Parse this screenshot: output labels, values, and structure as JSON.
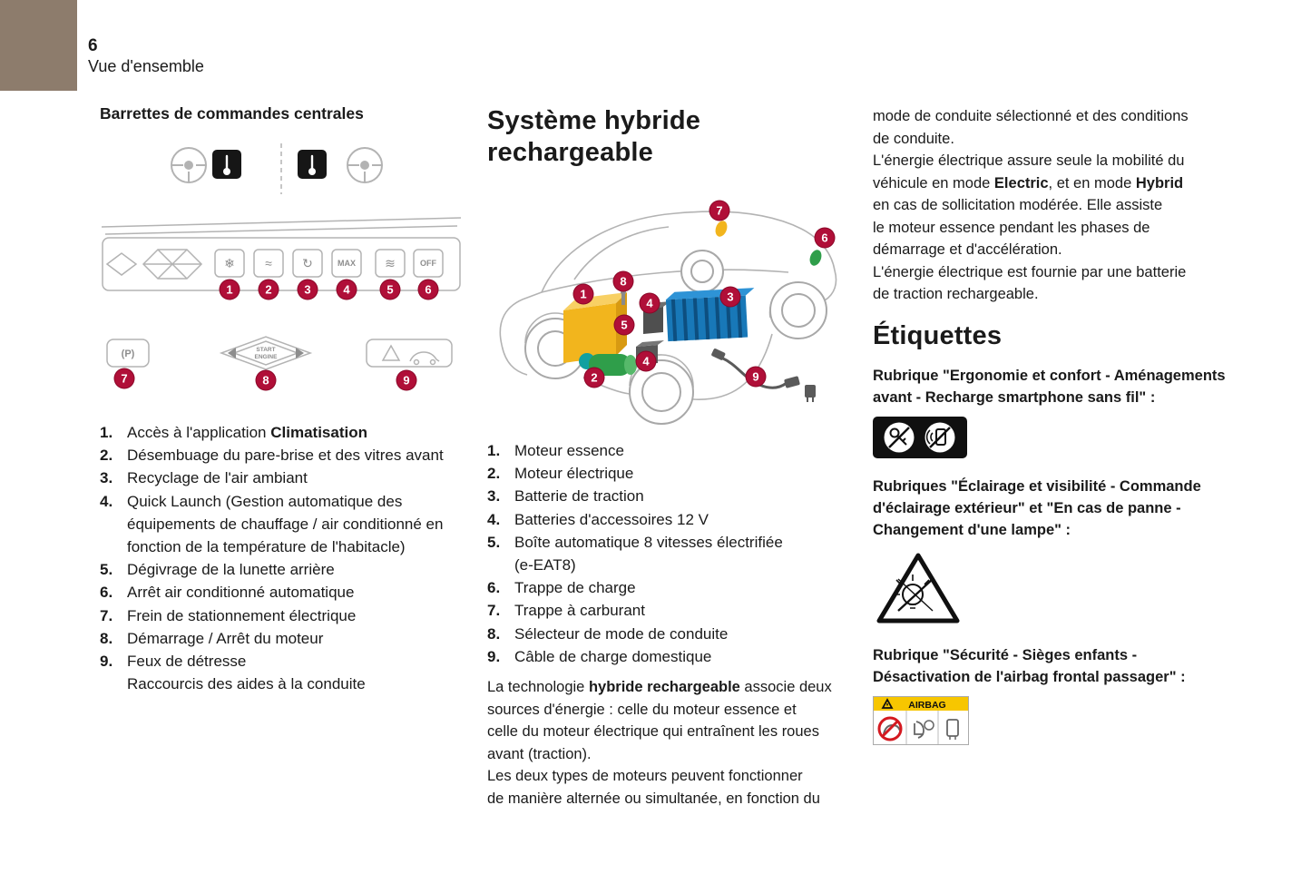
{
  "theme": {
    "accent": "#b00f38",
    "corner_brown": "#8d7c6c",
    "engine_yellow": "#f2b51d",
    "engine_yellow_light": "#f8d064",
    "engine_yellow_dark": "#d89a12",
    "motor_green": "#2f9e4a",
    "motor_green_light": "#56b96a",
    "battery_blue": "#1878b8",
    "battery_blue_dark": "#0d4f80",
    "battery_blue_light": "#2e93d6",
    "warning_yellow": "#f7c600",
    "prohibition_red": "#d41920",
    "line_gray": "#b3b3b3",
    "icon_gray": "#8d8d8d",
    "text_color": "#1a1a1a"
  },
  "page": {
    "number": "6",
    "section": "Vue d'ensemble"
  },
  "left": {
    "heading": "Barrettes de commandes centrales",
    "strip_icons": {
      "ac": "❄",
      "demist_front": "≈",
      "recirc": "↻",
      "quick": "MAX",
      "demist_rear": "≋",
      "off": "OFF"
    },
    "park_label": "(P)",
    "start_label_1": "START",
    "start_label_2": "ENGINE",
    "callouts_top": [
      "1",
      "2",
      "3",
      "4",
      "5",
      "6"
    ],
    "callouts_bottom": [
      "7",
      "8",
      "9"
    ],
    "list": [
      {
        "num": "1.",
        "pre": "Accès à l'application ",
        "bold": "Climatisation",
        "post": ""
      },
      {
        "num": "2.",
        "pre": "Désembuage du pare-brise et des vitres avant",
        "bold": "",
        "post": ""
      },
      {
        "num": "3.",
        "pre": "Recyclage de l'air ambiant",
        "bold": "",
        "post": ""
      },
      {
        "num": "4.",
        "pre": "Quick Launch (Gestion automatique des équipements de chauffage / air conditionné en fonction de la température de l'habitacle)",
        "bold": "",
        "post": ""
      },
      {
        "num": "5.",
        "pre": "Dégivrage de la lunette arrière",
        "bold": "",
        "post": ""
      },
      {
        "num": "6.",
        "pre": "Arrêt air conditionné automatique",
        "bold": "",
        "post": ""
      },
      {
        "num": "7.",
        "pre": "Frein de stationnement électrique",
        "bold": "",
        "post": ""
      },
      {
        "num": "8.",
        "pre": "Démarrage / Arrêt du moteur",
        "bold": "",
        "post": ""
      },
      {
        "num": "9.",
        "pre": "Feux de détresse\nRaccourcis des aides à la conduite",
        "bold": "",
        "post": ""
      }
    ]
  },
  "middle": {
    "title": "Système hybride\nrechargeable",
    "callouts": [
      "1",
      "2",
      "3",
      "4",
      "5",
      "6",
      "7",
      "8",
      "9"
    ],
    "list": [
      {
        "num": "1.",
        "pre": "Moteur essence",
        "bold": "",
        "post": ""
      },
      {
        "num": "2.",
        "pre": "Moteur électrique",
        "bold": "",
        "post": ""
      },
      {
        "num": "3.",
        "pre": "Batterie de traction",
        "bold": "",
        "post": ""
      },
      {
        "num": "4.",
        "pre": "Batteries d'accessoires 12 V",
        "bold": "",
        "post": ""
      },
      {
        "num": "5.",
        "pre": "Boîte automatique 8 vitesses électrifiée\n(e-EAT8)",
        "bold": "",
        "post": ""
      },
      {
        "num": "6.",
        "pre": "Trappe de charge",
        "bold": "",
        "post": ""
      },
      {
        "num": "7.",
        "pre": "Trappe à carburant",
        "bold": "",
        "post": ""
      },
      {
        "num": "8.",
        "pre": "Sélecteur de mode de conduite",
        "bold": "",
        "post": ""
      },
      {
        "num": "9.",
        "pre": "Câble de charge domestique",
        "bold": "",
        "post": ""
      }
    ],
    "paragraph": [
      {
        "t": "La technologie "
      },
      {
        "t": "hybride rechargeable",
        "b": true
      },
      {
        "t": " associe deux\nsources d'énergie : celle du moteur essence et\ncelle du moteur électrique qui entraînent les roues\navant (traction).\nLes deux types de moteurs peuvent fonctionner\nde manière alternée ou simultanée, en fonction du"
      }
    ]
  },
  "right": {
    "paragraph": [
      {
        "t": "mode de conduite sélectionné et des conditions\nde conduite.\nL'énergie électrique assure seule la mobilité du\nvéhicule en mode "
      },
      {
        "t": "Electric",
        "b": true
      },
      {
        "t": ", et en mode "
      },
      {
        "t": "Hybrid",
        "b": true
      },
      {
        "t": "\nen cas de sollicitation modérée. Elle assiste\nle moteur essence pendant les phases de\ndémarrage et d'accélération.\nL'énergie électrique est fournie par une batterie\nde traction rechargeable."
      }
    ],
    "heading": "Étiquettes",
    "label1": "Rubrique \"Ergonomie et confort - Aménagements\navant - Recharge smartphone sans fil\" :",
    "label2": "Rubriques \"Éclairage et visibilité - Commande\nd'éclairage extérieur\" et \"En cas de panne -\nChangement d'une lampe\" :",
    "label3": "Rubrique \"Sécurité - Sièges enfants -\nDésactivation de l'airbag frontal passager\" :",
    "airbag_text": "AIRBAG"
  }
}
